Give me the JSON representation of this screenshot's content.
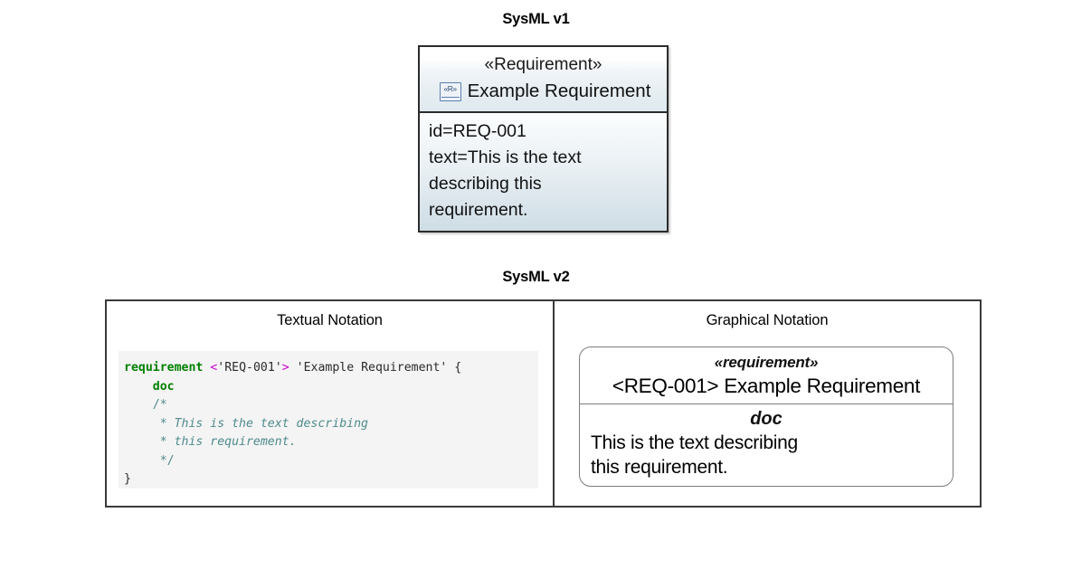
{
  "sections": {
    "v1": {
      "title": "SysML v1",
      "box": {
        "stereotype": "«Requirement»",
        "icon_name": "requirement-icon",
        "icon_glyph": "«R»",
        "name": "Example Requirement",
        "compartment_lines": [
          "id=REQ-001",
          "text=This is the text",
          "describing this",
          "requirement."
        ]
      }
    },
    "v2": {
      "title": "SysML v2",
      "columns": {
        "textual": {
          "header": "Textual Notation",
          "code": {
            "line1": {
              "keyword": "requirement",
              "space1": " ",
              "angle_open": "<",
              "id": "'REQ-001'",
              "angle_close": ">",
              "space2": " ",
              "name": "'Example Requirement'",
              "brace_open": " {"
            },
            "line2_doc": "    doc",
            "line3_comment_open": "    /*",
            "line4_comment_star": "     * ",
            "line4_comment_text": "This is the text describing",
            "line5_comment_star": "     * ",
            "line5_comment_text": "this requirement.",
            "line6_comment_close": "     */",
            "line7_brace_close": "}"
          }
        },
        "graphical": {
          "header": "Graphical Notation",
          "box": {
            "stereotype": "«requirement»",
            "name": "<REQ-001> Example Requirement",
            "doc_label": "doc",
            "doc_lines": [
              "This is the text describing",
              "this requirement."
            ]
          }
        }
      }
    }
  },
  "colors": {
    "keyword_green": "#008000",
    "angle_magenta": "#cc00cc",
    "comment_teal": "#4f8a8b",
    "code_background": "#f4f4f4",
    "v1_border": "#2b2b2b",
    "v1_body_tint": "#cedde5",
    "table_border": "#3a3a3a",
    "graphical_border": "#7d7d7d"
  }
}
